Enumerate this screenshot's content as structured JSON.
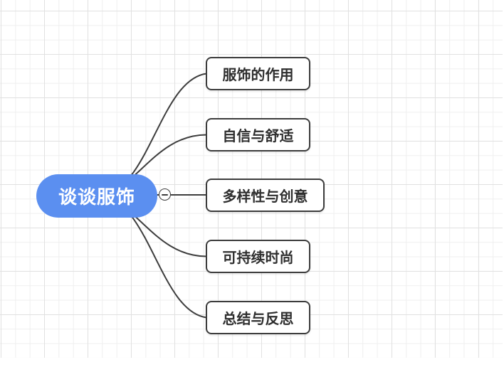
{
  "canvas": {
    "background_color": "#ffffff",
    "grid_minor_color": "#efefef",
    "grid_major_color": "#e1e1e1"
  },
  "root": {
    "label": "谈谈服饰",
    "fill_color": "#5b8ff0",
    "text_color": "#ffffff"
  },
  "collapse_toggle": {
    "icon": "minus",
    "state": "expanded"
  },
  "connector": {
    "color": "#3d3d3d"
  },
  "branches": [
    {
      "label": "服饰的作用"
    },
    {
      "label": "自信与舒适"
    },
    {
      "label": "多样性与创意"
    },
    {
      "label": "可持续时尚"
    },
    {
      "label": "总结与反思"
    }
  ]
}
